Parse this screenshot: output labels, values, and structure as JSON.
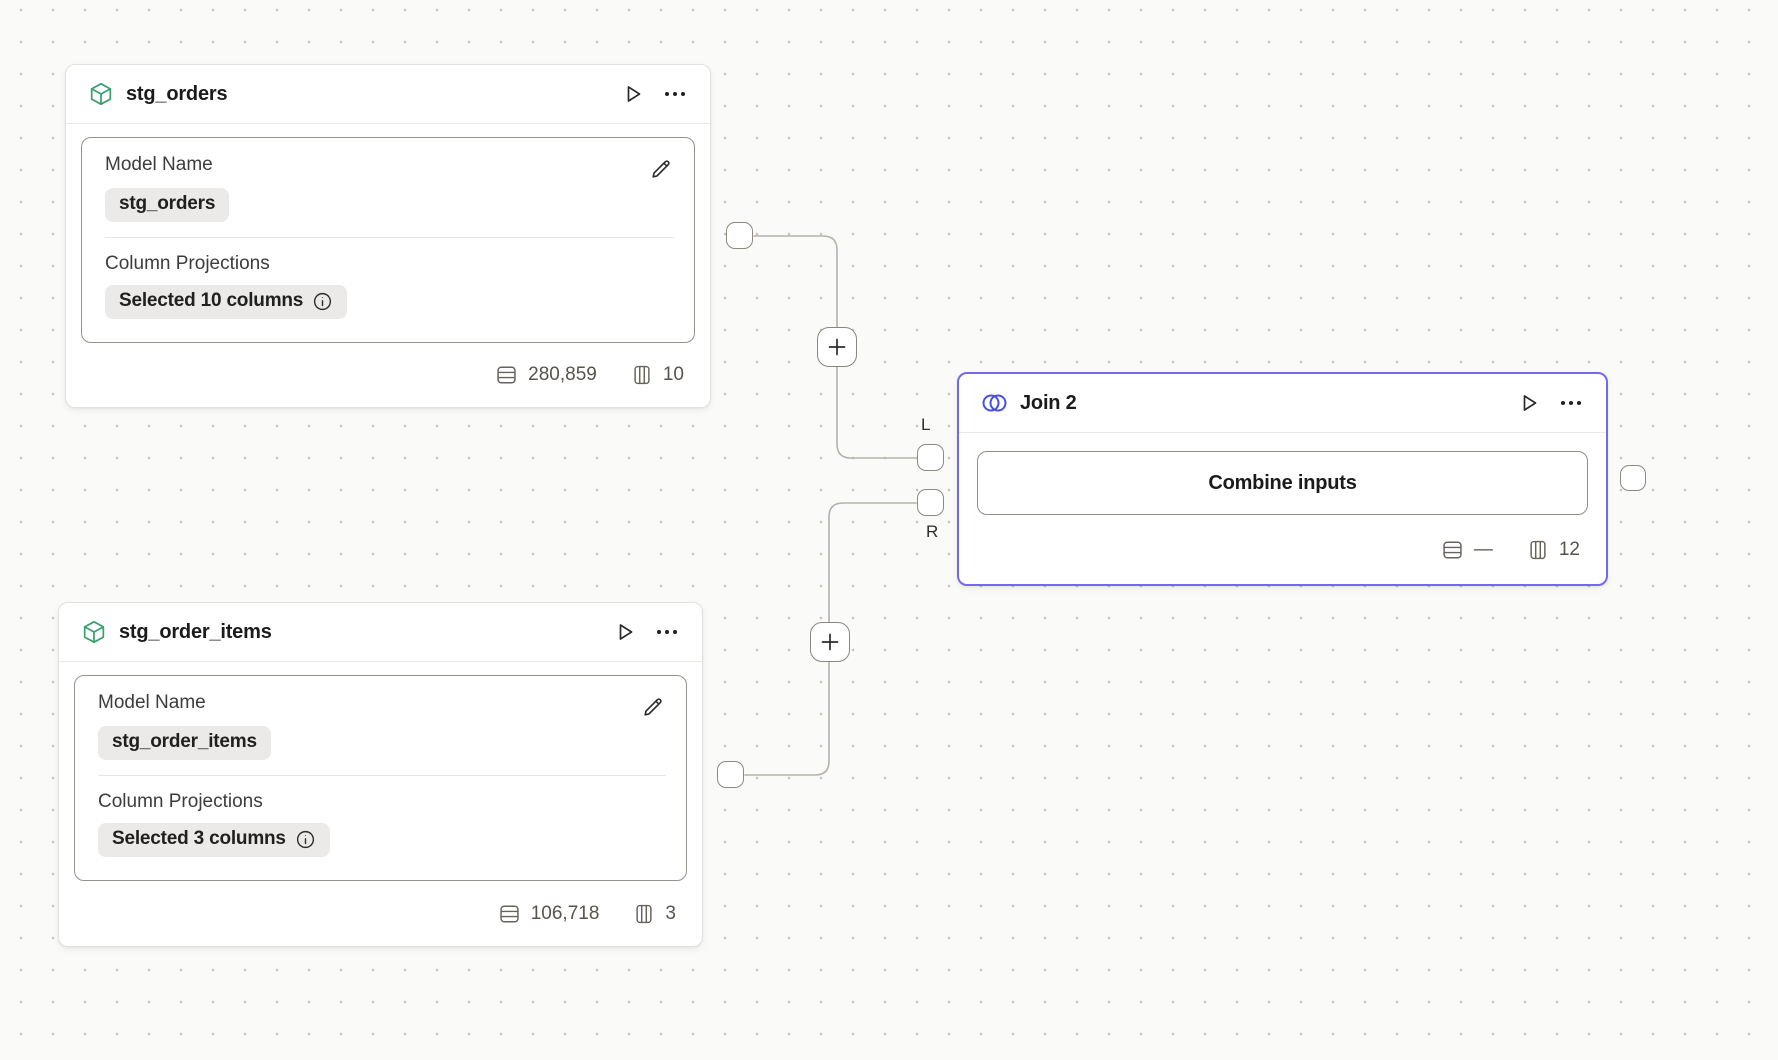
{
  "canvas": {
    "background": "#fafaf8",
    "dot_color": "#c8c5c0"
  },
  "colors": {
    "model_icon_green": "#3aa06f",
    "join_icon_indigo": "#4a4fe0",
    "join_border_violet": "#7468f1",
    "wire_gray": "#b5b1ab"
  },
  "nodes": {
    "stg_orders": {
      "title": "stg_orders",
      "icon": "cube-icon",
      "fields": {
        "model_name_label": "Model Name",
        "model_name_value": "stg_orders",
        "projections_label": "Column Projections",
        "projections_value": "Selected 10 columns"
      },
      "stats": {
        "rows": "280,859",
        "columns": "10"
      }
    },
    "stg_order_items": {
      "title": "stg_order_items",
      "icon": "cube-icon",
      "fields": {
        "model_name_label": "Model Name",
        "model_name_value": "stg_order_items",
        "projections_label": "Column Projections",
        "projections_value": "Selected 3 columns"
      },
      "stats": {
        "rows": "106,718",
        "columns": "3"
      }
    },
    "join2": {
      "title": "Join 2",
      "icon": "join-icon",
      "combine_button_label": "Combine inputs",
      "stats": {
        "rows": "—",
        "columns": "12"
      },
      "ports": {
        "left_label": "L",
        "right_label": "R"
      }
    }
  }
}
